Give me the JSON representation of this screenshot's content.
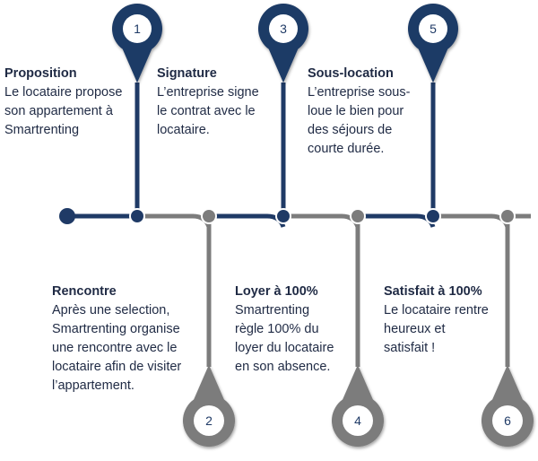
{
  "colors": {
    "navy": "#1f3a66",
    "grey": "#7c7c7c",
    "text": "#1f2a44"
  },
  "steps": [
    {
      "number": "1",
      "title": "Proposition",
      "description": "Le locataire propose\nson appartement à\nSmartrenting",
      "color": "navy"
    },
    {
      "number": "2",
      "title": "Rencontre",
      "description": "Après une selection,\nSmartrenting organise\nune rencontre avec le\nlocataire afin de visiter\nl’appartement.",
      "color": "grey"
    },
    {
      "number": "3",
      "title": "Signature",
      "description": "L’entreprise signe\nle contrat avec le\nlocataire.",
      "color": "navy"
    },
    {
      "number": "4",
      "title": "Loyer à 100%",
      "description": "Smartrenting\nrègle 100% du\nloyer du locataire\nen son absence.",
      "color": "grey"
    },
    {
      "number": "5",
      "title": "Sous-location",
      "description": "L’entreprise sous-\nloue le bien pour\ndes séjours de\ncourte durée.",
      "color": "navy"
    },
    {
      "number": "6",
      "title": "Satisfait à 100%",
      "description": "Le locataire rentre\nheureux et\nsatisfait !",
      "color": "grey"
    }
  ]
}
